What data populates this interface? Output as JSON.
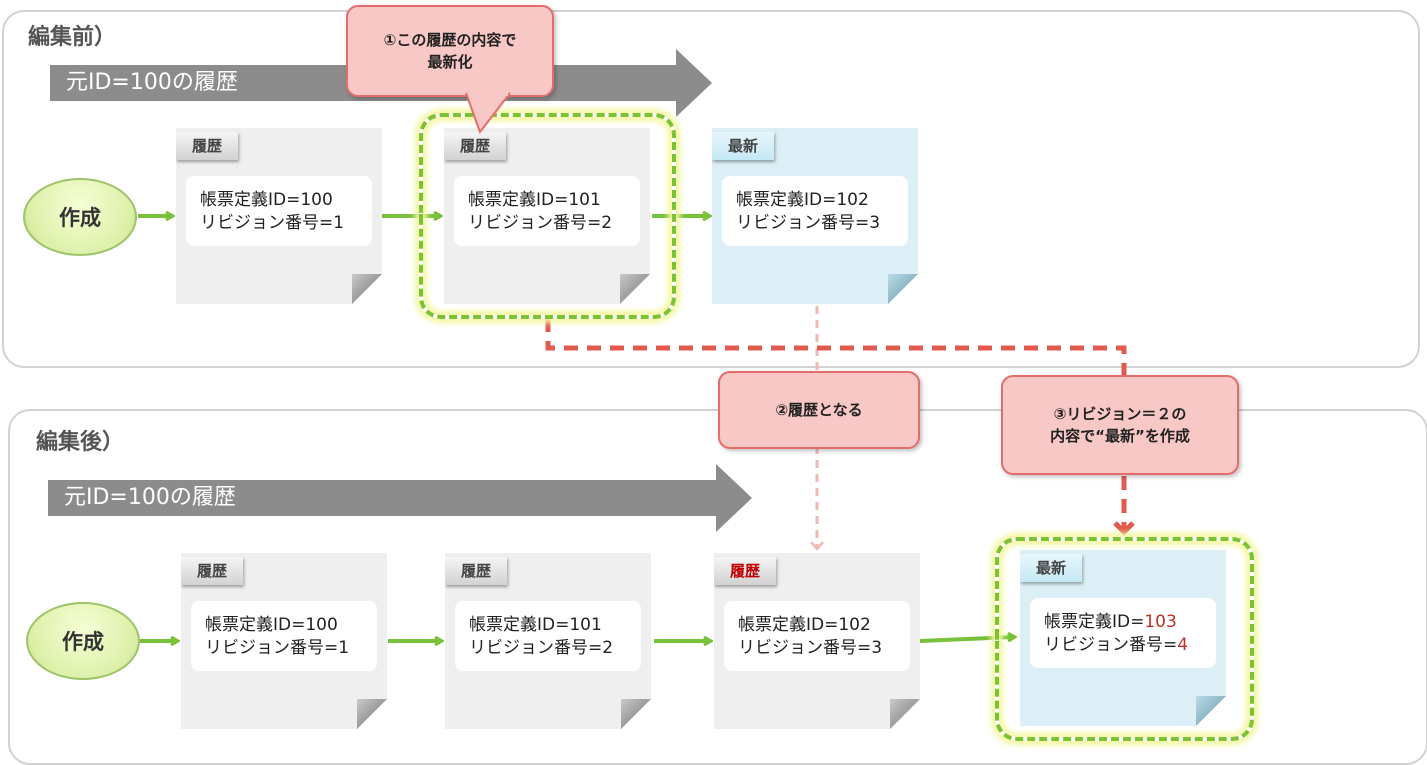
{
  "before": {
    "title": "編集前）",
    "band": "元ID=100の履歴",
    "create": "作成",
    "docs": [
      {
        "tag": "履歴",
        "line1": "帳票定義ID=100",
        "line2": "リビジョン番号=1"
      },
      {
        "tag": "履歴",
        "line1": "帳票定義ID=101",
        "line2": "リビジョン番号=2"
      },
      {
        "tag": "最新",
        "line1": "帳票定義ID=102",
        "line2": "リビジョン番号=3"
      }
    ]
  },
  "after": {
    "title": "編集後）",
    "band": "元ID=100の履歴",
    "create": "作成",
    "docs": [
      {
        "tag": "履歴",
        "line1": "帳票定義ID=100",
        "line2": "リビジョン番号=1"
      },
      {
        "tag": "履歴",
        "line1": "帳票定義ID=101",
        "line2": "リビジョン番号=2"
      },
      {
        "tag": "履歴",
        "line1": "帳票定義ID=102",
        "line2": "リビジョン番号=3"
      },
      {
        "tag": "最新",
        "line1_prefix": "帳票定義ID=",
        "line1_value": "103",
        "line2_prefix": "リビジョン番号=",
        "line2_value": "4"
      }
    ]
  },
  "callouts": {
    "c1": "①この履歴の内容で\n最新化",
    "c2": "②履歴となる",
    "c3": "③リビジョン＝２の\n内容で“最新”を作成"
  },
  "colors": {
    "green_arrow": "#79c13a",
    "red_dashed": "#e05a4e",
    "pink_dashed": "#f2b8b6",
    "highlight": "#7cc236",
    "latest_doc": "#dceff6",
    "history_doc": "#efefef"
  }
}
